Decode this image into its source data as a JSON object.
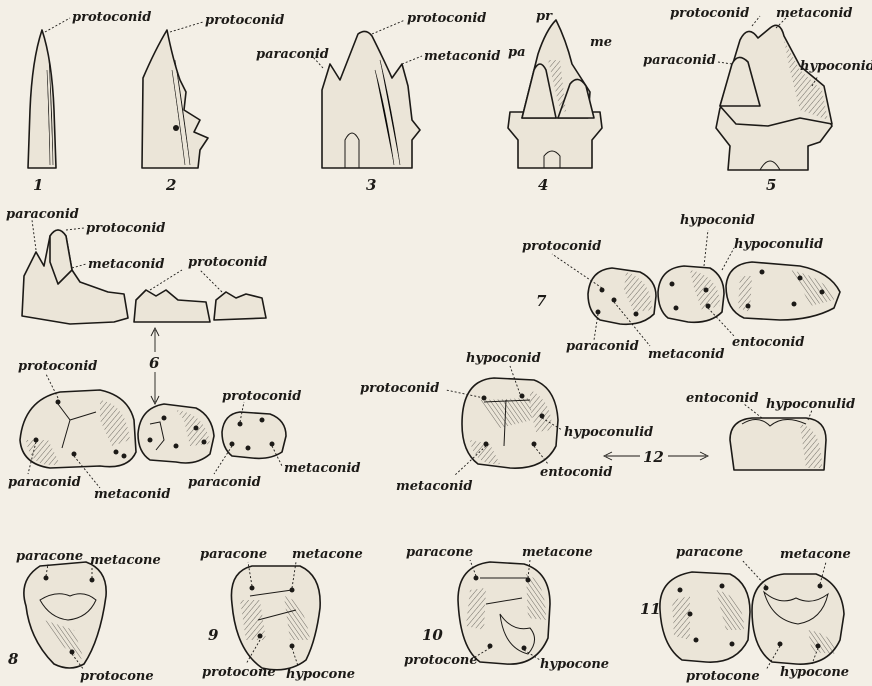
{
  "figures": [
    {
      "number": "1",
      "labels": [
        "protoconid"
      ]
    },
    {
      "number": "2",
      "labels": [
        "protoconid"
      ]
    },
    {
      "number": "3",
      "labels": [
        "protoconid",
        "paraconid",
        "metaconid"
      ]
    },
    {
      "number": "4",
      "labels": [
        "pr",
        "pa",
        "me"
      ]
    },
    {
      "number": "5",
      "labels": [
        "protoconid",
        "metaconid",
        "paraconid",
        "hypoconid"
      ]
    },
    {
      "number": "6",
      "labels": [
        "paraconid",
        "protoconid",
        "metaconid",
        "protoconid",
        "protoconid",
        "paraconid",
        "metaconid",
        "protoconid",
        "paraconid",
        "metaconid"
      ]
    },
    {
      "number": "7",
      "labels": [
        "hypoconid",
        "hypoconulid",
        "protoconid",
        "paraconid",
        "metaconid",
        "entoconid"
      ]
    },
    {
      "number": "12",
      "labels": [
        "hypoconid",
        "protoconid",
        "hypoconulid",
        "metaconid",
        "entoconid",
        "entoconid",
        "hypoconulid"
      ]
    },
    {
      "number": "8",
      "labels": [
        "paracone",
        "metacone",
        "protocone"
      ]
    },
    {
      "number": "9",
      "labels": [
        "paracone",
        "metacone",
        "protocone",
        "hypocone"
      ]
    },
    {
      "number": "10",
      "labels": [
        "paracone",
        "metacone",
        "protocone",
        "hypocone"
      ]
    },
    {
      "number": "11",
      "labels": [
        "paracone",
        "metacone",
        "protocone",
        "hypocone"
      ]
    }
  ]
}
